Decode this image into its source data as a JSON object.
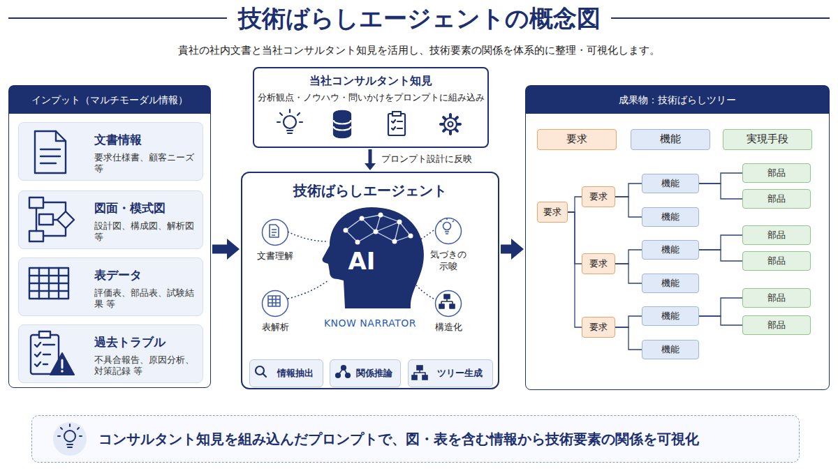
{
  "diagram": {
    "title": "技術ばらしエージェントの概念図",
    "nodes": [
      {
        "text": [
          "インプット（マルチモーダル情報）"
        ]
      },
      {
        "text": [
          "文書情報",
          "要求仕様書、顧客ニーズ 等"
        ],
        "in": 0
      },
      {
        "text": [
          "図面・模式図",
          "設計図、構成図、解析図 等"
        ],
        "in": 0
      },
      {
        "text": [
          "表データ",
          "評価表、部品表、試験結果 等"
        ],
        "in": 0
      },
      {
        "text": [
          "過去トラブル",
          "不具合報告、原因分析、対策記録 等"
        ],
        "in": 0
      },
      {
        "text": [
          "当社コンサルタント知見",
          "分析観点・ノウハウ・問いかけをプロンプトに組み込み"
        ]
      },
      {
        "text": [
          "技術ばらしエージェント"
        ]
      },
      {
        "text": [
          "文書理解"
        ],
        "in": 6
      },
      {
        "text": [
          "表解析"
        ],
        "in": 6
      },
      {
        "text": [
          "気づきの示唆"
        ],
        "in": 6
      },
      {
        "text": [
          "構造化"
        ],
        "in": 6
      },
      {
        "text": [
          "情報抽出"
        ],
        "in": 6
      },
      {
        "text": [
          "関係推論"
        ],
        "in": 6
      },
      {
        "text": [
          "ツリー生成"
        ],
        "in": 6
      },
      {
        "text": [
          "成果物：技術ばらしツリー"
        ]
      },
      {
        "text": [
          "要求"
        ],
        "in": 14
      },
      {
        "text": [
          "機能"
        ],
        "in": 14
      },
      {
        "text": [
          "実現手段"
        ],
        "in": 14
      },
      {
        "text": [
          "要求"
        ],
        "in": 14
      },
      {
        "text": [
          "要求"
        ],
        "in": 14
      },
      {
        "text": [
          "機能"
        ],
        "in": 14
      },
      {
        "text": [
          "部品"
        ],
        "in": 14
      },
      {
        "text": [
          "部品"
        ],
        "in": 14
      },
      {
        "text": [
          "機能"
        ],
        "in": 14
      },
      {
        "text": [
          "要求"
        ],
        "in": 14
      },
      {
        "text": [
          "機能"
        ],
        "in": 14
      },
      {
        "text": [
          "部品"
        ],
        "in": 14
      },
      {
        "text": [
          "部品"
        ],
        "in": 14
      },
      {
        "text": [
          "機能"
        ],
        "in": 14
      },
      {
        "text": [
          "要求"
        ],
        "in": 14
      },
      {
        "text": [
          "機能"
        ],
        "in": 14
      },
      {
        "text": [
          "部品"
        ],
        "in": 14
      },
      {
        "text": [
          "部品"
        ],
        "in": 14
      },
      {
        "text": [
          "機能"
        ],
        "in": 14
      },
      {
        "text": [
          "コンサルタント知見を組み込んだプロンプトで、図・表を含む情報から技術要素の関係を可視化"
        ]
      }
    ],
    "edges": [
      {
        "from": 0,
        "to": 6,
        "arrow": "to"
      },
      {
        "from": 5,
        "to": 6,
        "label": "プロンプト設計に反映",
        "arrow": "to"
      },
      {
        "from": 6,
        "to": 14,
        "arrow": "to"
      },
      {
        "from": 18,
        "to": 19,
        "arrow": "none"
      },
      {
        "from": 18,
        "to": 24,
        "arrow": "none"
      },
      {
        "from": 18,
        "to": 29,
        "arrow": "none"
      },
      {
        "from": 19,
        "to": 20,
        "arrow": "none"
      },
      {
        "from": 19,
        "to": 23,
        "arrow": "none"
      },
      {
        "from": 20,
        "to": 21,
        "arrow": "none"
      },
      {
        "from": 20,
        "to": 22,
        "arrow": "none"
      },
      {
        "from": 24,
        "to": 25,
        "arrow": "none"
      },
      {
        "from": 24,
        "to": 28,
        "arrow": "none"
      },
      {
        "from": 25,
        "to": 26,
        "arrow": "none"
      },
      {
        "from": 25,
        "to": 27,
        "arrow": "none"
      },
      {
        "from": 29,
        "to": 30,
        "arrow": "none"
      },
      {
        "from": 29,
        "to": 33,
        "arrow": "none"
      },
      {
        "from": 30,
        "to": 31,
        "arrow": "none"
      },
      {
        "from": 30,
        "to": 32,
        "arrow": "none"
      }
    ],
    "labels": [
      "貴社の社内文書と当社コンサルタント知見を活用し、技術要素の関係を体系的に整理・可視化します。",
      "AI",
      "KNOW NARRATOR"
    ]
  }
}
